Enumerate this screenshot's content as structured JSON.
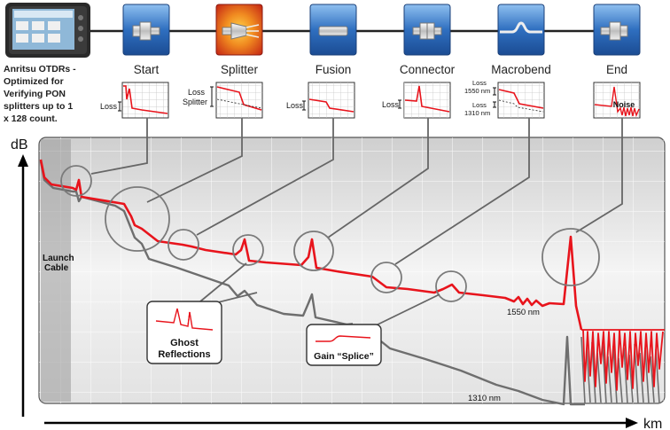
{
  "device": {
    "caption": [
      "Anritsu OTDRs -",
      "Optimized for",
      "Verifying PON",
      "splitters up to 1",
      "x 128 count."
    ]
  },
  "events": [
    {
      "name": "Start",
      "icon": "start-connector-icon",
      "tile_color": "#2f6fc0"
    },
    {
      "name": "Splitter",
      "icon": "splitter-icon",
      "tile_color": "#d83a1c"
    },
    {
      "name": "Fusion",
      "icon": "fusion-splice-icon",
      "tile_color": "#2f6fc0"
    },
    {
      "name": "Connector",
      "icon": "connector-icon",
      "tile_color": "#2f6fc0"
    },
    {
      "name": "Macrobend",
      "icon": "macrobend-icon",
      "tile_color": "#2f6fc0"
    },
    {
      "name": "End",
      "icon": "end-connector-icon",
      "tile_color": "#2f6fc0"
    }
  ],
  "mini_labels": {
    "loss": "Loss",
    "loss_splitter": [
      "Loss",
      "Splitter"
    ],
    "macro_1550": [
      "Loss",
      "1550 nm"
    ],
    "macro_1310": [
      "Loss",
      "1310 nm"
    ],
    "noise": "Noise"
  },
  "axes": {
    "y": "dB",
    "x": "km"
  },
  "trace_labels": {
    "launch_cable": [
      "Launch",
      "Cable"
    ],
    "trace_1550": "1550 nm",
    "trace_1310": "1310 nm"
  },
  "callouts": {
    "ghost": [
      "Ghost",
      "Reflections"
    ],
    "gain": "Gain “Splice”"
  },
  "colors": {
    "trace_1550": "#e8141c",
    "trace_1310": "#6e6e6e",
    "tile_blue": "#2f6fc0",
    "tile_red": "#d83a1c"
  }
}
